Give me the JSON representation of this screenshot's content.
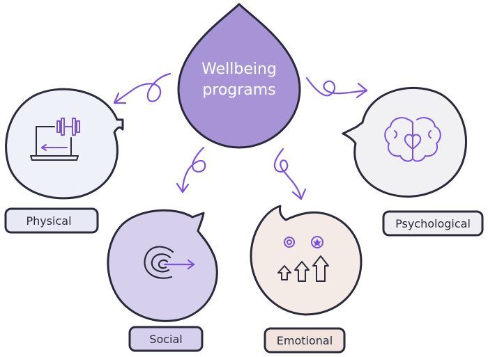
{
  "center": {
    "line1": "Wellbeing",
    "line2": "programs"
  },
  "categories": {
    "physical": "Physical",
    "psychological": "Psychological",
    "social": "Social",
    "emotional": "Emotional"
  },
  "icons": {
    "physical": "laptop-dumbbell-icon",
    "psychological": "brain-heart-icon",
    "social": "concentric-circle-arrow-icon",
    "emotional": "gears-up-arrows-icon"
  },
  "colors": {
    "outline": "#2a2a3a",
    "center_fill": "#a694d6",
    "accent": "#7b4fe0",
    "physical_fill": "#eef1f8",
    "psychological_fill": "#f1f1f3",
    "social_fill": "#d6d0ec",
    "emotional_fill": "#f4eae6",
    "label_physical": "#e7eaf4",
    "label_psychological": "#efeff2",
    "label_social": "#d6d0ec",
    "label_emotional": "#f1e4df"
  }
}
